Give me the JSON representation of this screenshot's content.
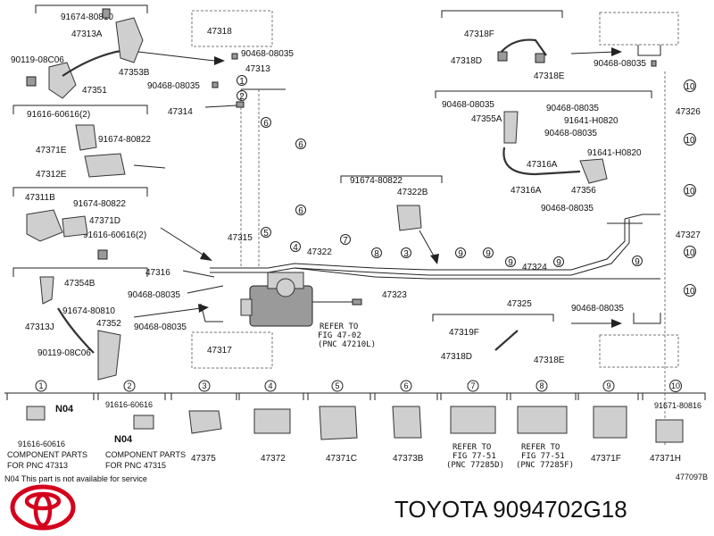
{
  "brand": {
    "caption": "TOYOTA 9094702G18",
    "logo_color": "#d5001c"
  },
  "diagram_id": "477097B",
  "note": "N04 This part is not available for service",
  "labels": {
    "p91674_80810_a": "91674-80810",
    "p47313A": "47313A",
    "p90119_08C06_a": "90119-08C06",
    "p47353B": "47353B",
    "p47351": "47351",
    "p91616_60616_2a": "91616-60616(2)",
    "p91674_80822_a": "91674-80822",
    "p47371E": "47371E",
    "p47312E": "47312E",
    "p47311B": "47311B",
    "p91674_80822_b": "91674-80822",
    "p47371D": "47371D",
    "p91616_60616_2b": "91616-60616(2)",
    "p47354B": "47354B",
    "p91674_80810_b": "91674-80810",
    "p47313J": "47313J",
    "p47352": "47352",
    "p90119_08C06_b": "90119-08C06",
    "p47318_top": "47318",
    "p90468_08035_t1": "90468-08035",
    "p47313": "47313",
    "p90468_08035_t2": "90468-08035",
    "p47314": "47314",
    "p47318F": "47318F",
    "p47318D_top": "47318D",
    "p47318E_top": "47318E",
    "p90468_08035_r1": "90468-08035",
    "p47326": "47326",
    "p90468_08035_r2": "90468-08035",
    "p90468_08035_r3": "90468-08035",
    "p47355A": "47355A",
    "p91641_H0820_a": "91641-H0820",
    "p90468_08035_r4": "90468-08035",
    "p91641_H0820_b": "91641-H0820",
    "p47316A": "47316A",
    "p47316A_b": "47316A",
    "p47356": "47356",
    "p90468_08035_r5": "90468-08035",
    "p91674_80822_c": "91674-80822",
    "p47322B": "47322B",
    "p47327": "47327",
    "p47315": "47315",
    "p47322": "47322",
    "p47316": "47316",
    "p90468_08035_m1": "90468-08035",
    "p90468_08035_m2": "90468-08035",
    "p47323": "47323",
    "p47324": "47324",
    "p47325": "47325",
    "p90468_08035_m3": "90468-08035",
    "p47319F": "47319F",
    "p47318D_bot": "47318D",
    "p47318E_bot": "47318E",
    "p47317": "47317",
    "refer1_a": "REFER TO",
    "refer1_b": "FIG 47-02",
    "refer1_c": "(PNC 47210L)"
  },
  "legend": [
    {
      "num": "1",
      "code": "N04",
      "part": "91616-60616",
      "desc1": "COMPONENT PARTS",
      "desc2": "FOR PNC 47313"
    },
    {
      "num": "2",
      "code": "N04",
      "part": "91616-60616",
      "desc1": "COMPONENT PARTS",
      "desc2": "FOR PNC 47315"
    },
    {
      "num": "3",
      "part": "47375"
    },
    {
      "num": "4",
      "part": "47372"
    },
    {
      "num": "5",
      "part": "47371C"
    },
    {
      "num": "6",
      "part": "47373B"
    },
    {
      "num": "7",
      "ref1": "REFER TO",
      "ref2": "FIG 77-51",
      "ref3": "(PNC 77285D)"
    },
    {
      "num": "8",
      "ref1": "REFER TO",
      "ref2": "FIG 77-51",
      "ref3": "(PNC 77285F)"
    },
    {
      "num": "9",
      "part": "47371F"
    },
    {
      "num": "10",
      "top": "91671-80816",
      "part": "47371H"
    }
  ]
}
